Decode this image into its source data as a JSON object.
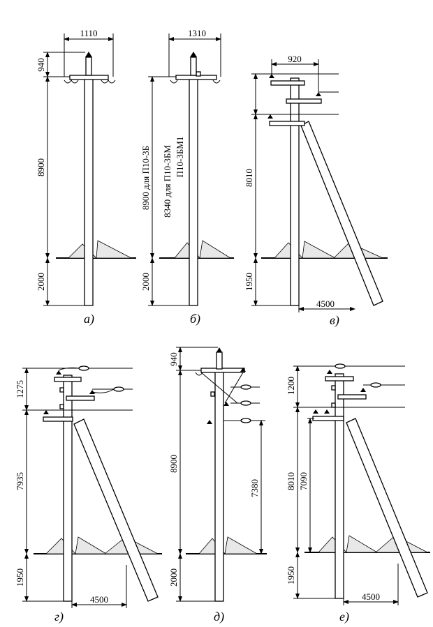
{
  "figures": {
    "a": {
      "caption": "а)",
      "dims": {
        "width": "1110",
        "top": "940",
        "above": "8900",
        "below": "2000"
      }
    },
    "b": {
      "caption": "б)",
      "dims": {
        "width": "1310",
        "above": "8900 для П10-3Б",
        "above_alt1": "8340 для   П10-3БМ",
        "above_alt2": "П10-3БМ1",
        "below": "2000"
      }
    },
    "v": {
      "caption": "в)",
      "dims": {
        "width": "920",
        "above": "8010",
        "below": "1950",
        "strut": "4500"
      }
    },
    "g": {
      "caption": "г)",
      "dims": {
        "top": "1275",
        "above": "7935",
        "below": "1950",
        "strut": "4500"
      }
    },
    "d": {
      "caption": "д)",
      "dims": {
        "top": "940",
        "above": "8900",
        "lower_wire": "7380",
        "below": "2000"
      }
    },
    "e": {
      "caption": "е)",
      "dims": {
        "top": "1200",
        "above": "8010",
        "lower_wire": "7090",
        "below": "1950",
        "strut": "4500"
      }
    }
  }
}
